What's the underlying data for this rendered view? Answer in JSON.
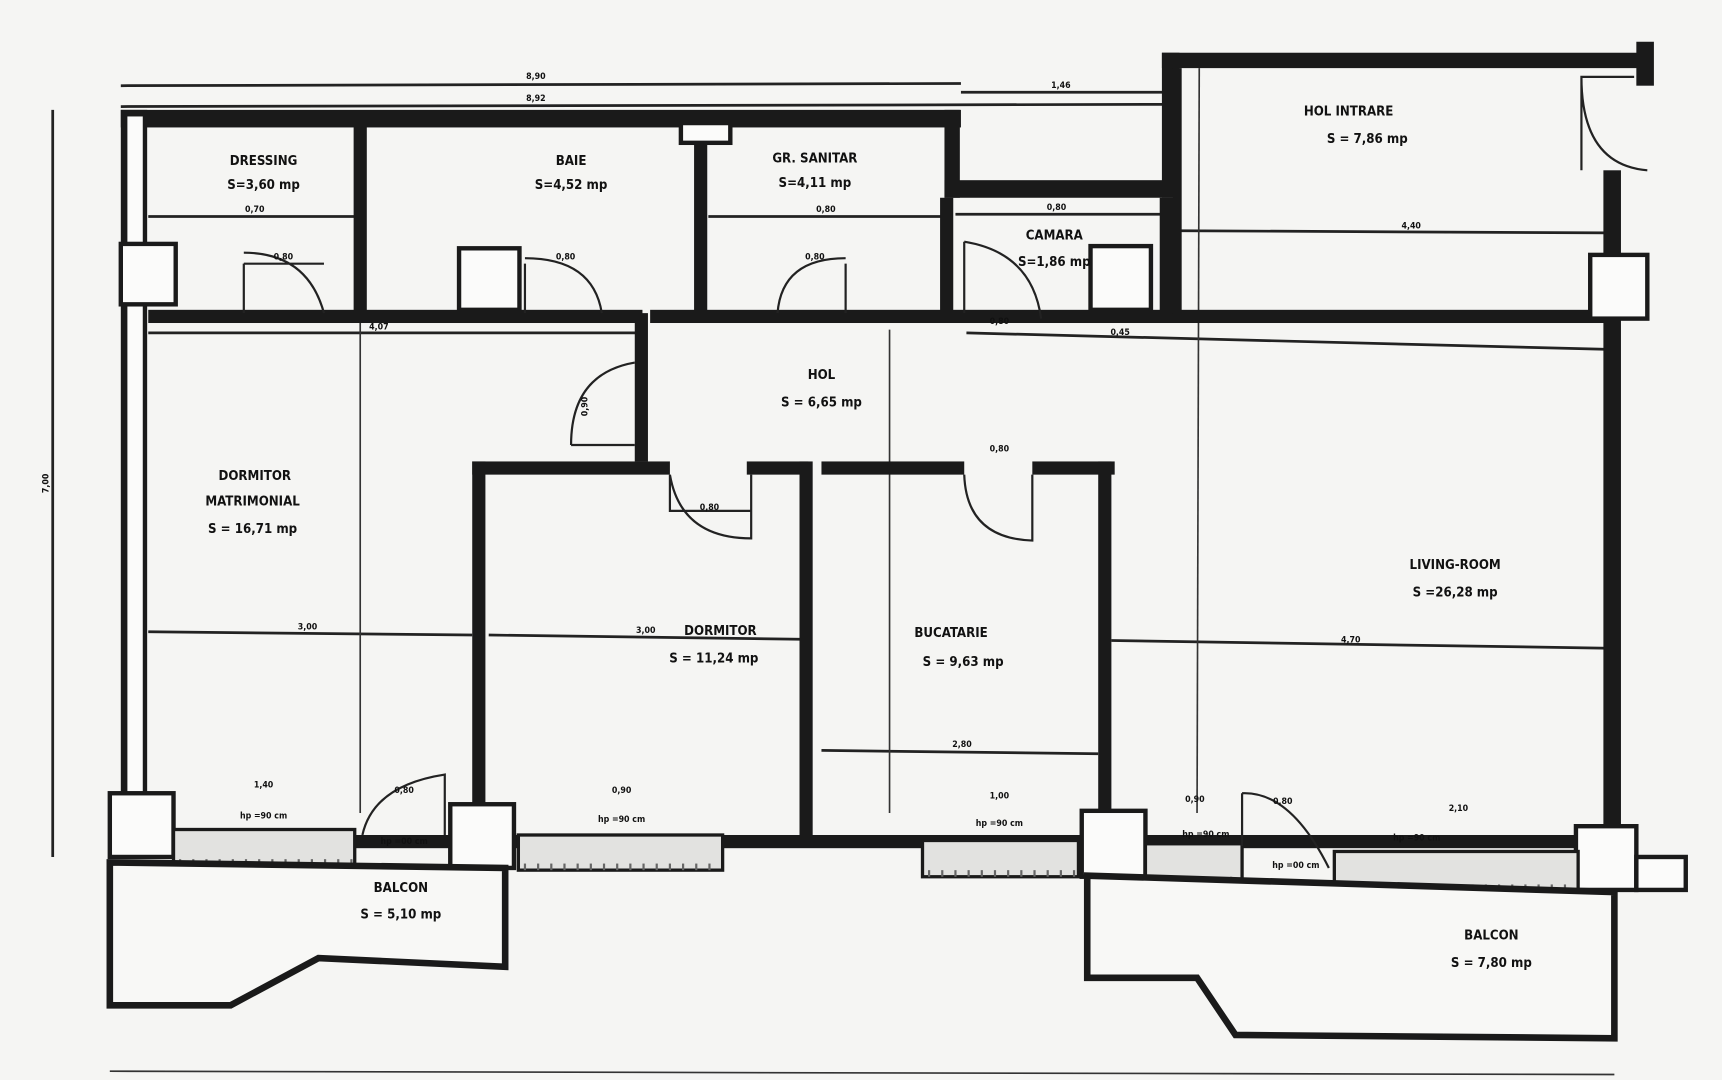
{
  "rooms": {
    "dressing": {
      "name": "DRESSING",
      "area": "S=3,60 mp"
    },
    "baie": {
      "name": "BAIE",
      "area": "S=4,52 mp"
    },
    "gr_sanitar": {
      "name": "GR. SANITAR",
      "area": "S=4,11 mp"
    },
    "camara": {
      "name": "CAMARA",
      "area": "S=1,86 mp"
    },
    "hol_intrare": {
      "name": "HOL INTRARE",
      "area": "S = 7,86 mp"
    },
    "hol": {
      "name": "HOL",
      "area": "S = 6,65 mp"
    },
    "dormitor_matrimonial": {
      "name1": "DORMITOR",
      "name2": "MATRIMONIAL",
      "area": "S = 16,71 mp"
    },
    "dormitor": {
      "name": "DORMITOR",
      "area": "S = 11,24 mp"
    },
    "bucatarie": {
      "name": "BUCATARIE",
      "area": "S = 9,63 mp"
    },
    "living": {
      "name": "LIVING-ROOM",
      "area": "S =26,28 mp"
    },
    "balcon_left": {
      "name": "BALCON",
      "area": "S = 5,10 mp"
    },
    "balcon_right": {
      "name": "BALCON",
      "area": "S = 7,80 mp"
    }
  },
  "dimensions": {
    "top_outer": "8,90",
    "top_inner": "8,92",
    "top_right": "1,46",
    "left_height": "7,00",
    "dressing_w": "0,70",
    "dressing_door": "0,80",
    "baie_door": "0,80",
    "sanitar_w": "0,80",
    "sanitar_door": "0,80",
    "camara_w": "0,80",
    "camara_door": "0,80",
    "hol_intrare_w": "4,40",
    "corridor_left": "4,07",
    "corridor_right": "0,45",
    "hol_door": "0,90",
    "dormitor_door": "0,80",
    "bucatarie_door": "0,80",
    "matrimonial_w": "3,00",
    "dormitor_w": "3,00",
    "bucatarie_w": "2,80",
    "living_w": "4,70",
    "win1": "1,40",
    "win2": "0,90",
    "win3": "1,00",
    "win4": "0,90",
    "win5": "2,10",
    "door_balcon": "0,80",
    "door_balcon2": "0,80"
  },
  "windows": {
    "hp90": "hp =90 cm",
    "hp00": "hp =00 cm"
  }
}
